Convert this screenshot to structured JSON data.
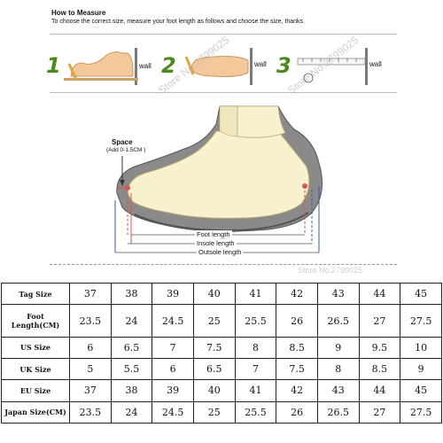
{
  "header": {
    "title": "How to Measure",
    "subtitle": "To choose the correct size, measure your foot length as follows and choose the size, thanks."
  },
  "steps": [
    {
      "number": "1",
      "wall_label": "wall"
    },
    {
      "number": "2",
      "wall_label": "wall"
    },
    {
      "number": "3",
      "wall_label": "wall"
    }
  ],
  "watermark": "Store No.2799025",
  "diagram": {
    "space_label": "Space",
    "space_sub": "(Add 0-1.5CM )",
    "foot_length": "Foot length",
    "insole_length": "Insole length",
    "outsole_length": "Outsole length"
  },
  "size_table": {
    "rows": [
      {
        "label": "Tag Size",
        "values": [
          "37",
          "38",
          "39",
          "40",
          "41",
          "42",
          "43",
          "44",
          "45"
        ]
      },
      {
        "label": "Foot Length(CM)",
        "values": [
          "23.5",
          "24",
          "24.5",
          "25",
          "25.5",
          "26",
          "26.5",
          "27",
          "27.5"
        ]
      },
      {
        "label": "US Size",
        "values": [
          "6",
          "6.5",
          "7",
          "7.5",
          "8",
          "8.5",
          "9",
          "9.5",
          "10"
        ]
      },
      {
        "label": "UK Size",
        "values": [
          "5",
          "5.5",
          "6",
          "6.5",
          "7",
          "7.5",
          "8",
          "8.5",
          "9"
        ]
      },
      {
        "label": "EU Size",
        "values": [
          "37",
          "38",
          "39",
          "40",
          "41",
          "42",
          "43",
          "44",
          "45"
        ]
      },
      {
        "label": "Japan Size(CM)",
        "values": [
          "23.5",
          "24",
          "24.5",
          "25",
          "25.5",
          "26",
          "26.5",
          "27",
          "27.5"
        ]
      }
    ]
  },
  "colors": {
    "step_number": "#4a8a1a",
    "foot_fill": "#f7f1cf",
    "shoe_gray": "#8a8a8a",
    "marker_red": "#d9534f",
    "marker_blue": "#3b5ba5"
  }
}
